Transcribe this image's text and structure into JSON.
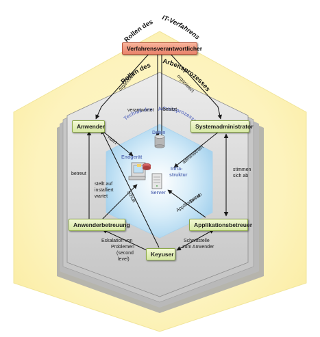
{
  "diagram": {
    "titles": {
      "outer": "Rollen des IT-Verfahrens",
      "outer_part1": "Rollen des",
      "outer_part2": "IT-Verfahrens",
      "middle_part1": "Rollen des",
      "middle_part2": "Arbeitsprozesses",
      "inner_part1": "Technik des",
      "inner_part2": "Arbeitsprozesses"
    },
    "roles": {
      "verfahrensverantwortlicher": "Verfahrensverantwortlicher",
      "anwender": "Anwender",
      "systemadministrator": "Systemadministrator",
      "anwenderbetreuung": "Anwenderbetreuung",
      "applikationsbetreuer": "Applikationsbetreuer",
      "keyuser": "Keyuser"
    },
    "tech": {
      "daten": "Daten",
      "endgeraet": "Endgerät",
      "infrastruktur_line1": "Infra-",
      "infrastruktur_line2": "struktur",
      "server": "Server"
    },
    "relations": {
      "organisiert_left": "organisiert",
      "organisiert_right": "organisiert",
      "verantwortet": "verantwortet",
      "besitzt": "besitzt",
      "nutzt": "nutzt",
      "administriert": "administriert",
      "betreut": "betreut",
      "stimmen_line1": "stimmen",
      "stimmen_line2": "sich ab",
      "stellt_line1": "stellt auf",
      "stellt_line2": "installiert",
      "stellt_line3": "wartet",
      "schult": "schult",
      "passt_line1": "passt",
      "passt_line2": "Applikation an",
      "eskalation_line1": "Eskalation von",
      "eskalation_line2": "Problemen",
      "eskalation_line3": "(second",
      "eskalation_line4": "level)",
      "schnittstelle_line1": "Schnittstelle",
      "schnittstelle_line2": "zum Anwender"
    },
    "colors": {
      "outer_hexagon": "#fdf6c7",
      "middle_hexagon": "#cfcfcf",
      "inner_hexagon": "#cfe7f7",
      "role_green": "#d7e9a4",
      "role_red": "#e9826a",
      "tech_blue": "#6a79c4"
    }
  }
}
